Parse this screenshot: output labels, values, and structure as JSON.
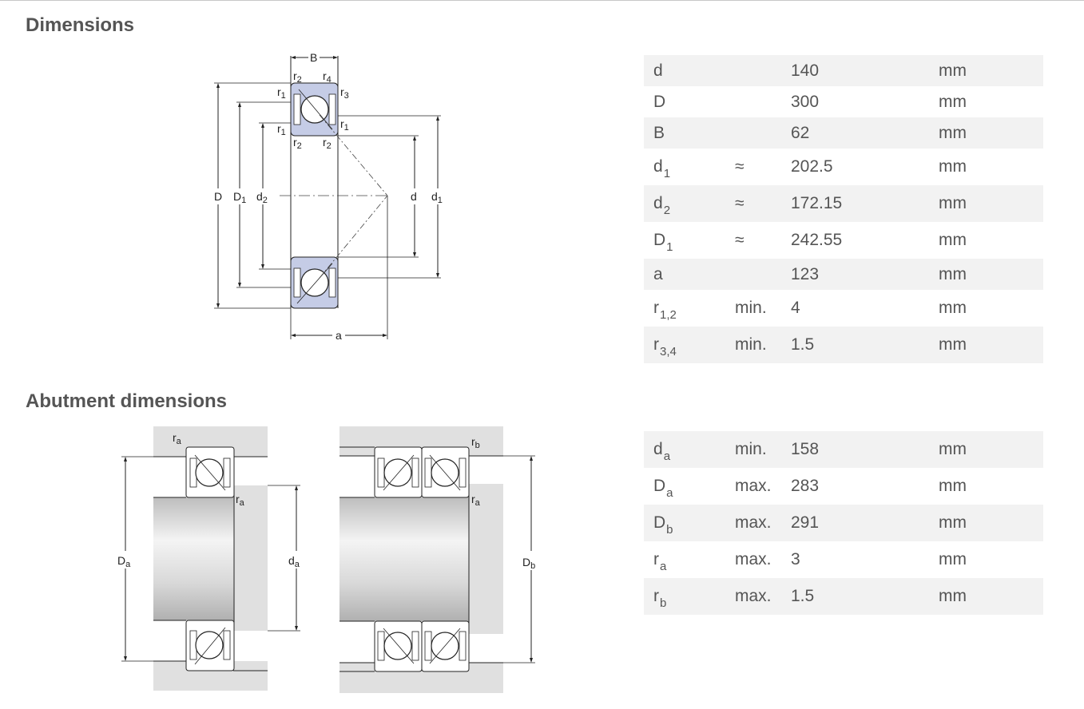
{
  "sections": {
    "dimensions_title": "Dimensions",
    "abutment_title": "Abutment dimensions"
  },
  "dimensions": [
    {
      "symbol": "d",
      "sub": "",
      "qualifier": "",
      "value": "140",
      "unit": "mm"
    },
    {
      "symbol": "D",
      "sub": "",
      "qualifier": "",
      "value": "300",
      "unit": "mm"
    },
    {
      "symbol": "B",
      "sub": "",
      "qualifier": "",
      "value": "62",
      "unit": "mm"
    },
    {
      "symbol": "d",
      "sub": "1",
      "qualifier": "≈",
      "value": "202.5",
      "unit": "mm"
    },
    {
      "symbol": "d",
      "sub": "2",
      "qualifier": "≈",
      "value": "172.15",
      "unit": "mm"
    },
    {
      "symbol": "D",
      "sub": "1",
      "qualifier": "≈",
      "value": "242.55",
      "unit": "mm"
    },
    {
      "symbol": "a",
      "sub": "",
      "qualifier": "",
      "value": "123",
      "unit": "mm"
    },
    {
      "symbol": "r",
      "sub": "1,2",
      "qualifier": "min.",
      "value": "4",
      "unit": "mm"
    },
    {
      "symbol": "r",
      "sub": "3,4",
      "qualifier": "min.",
      "value": "1.5",
      "unit": "mm"
    }
  ],
  "abutment": [
    {
      "symbol": "d",
      "sub": "a",
      "qualifier": "min.",
      "value": "158",
      "unit": "mm"
    },
    {
      "symbol": "D",
      "sub": "a",
      "qualifier": "max.",
      "value": "283",
      "unit": "mm"
    },
    {
      "symbol": "D",
      "sub": "b",
      "qualifier": "max.",
      "value": "291",
      "unit": "mm"
    },
    {
      "symbol": "r",
      "sub": "a",
      "qualifier": "max.",
      "value": "3",
      "unit": "mm"
    },
    {
      "symbol": "r",
      "sub": "b",
      "qualifier": "max.",
      "value": "1.5",
      "unit": "mm"
    }
  ],
  "drawing_labels": {
    "B": "B",
    "D": "D",
    "D1": "D",
    "d2": "d",
    "d": "d",
    "d1": "d",
    "a": "a",
    "r": "r",
    "Da": "D",
    "da": "d",
    "Db": "D",
    "sub_1": "1",
    "sub_2": "2",
    "sub_3": "3",
    "sub_4": "4",
    "sub_a": "a",
    "sub_b": "b"
  },
  "colors": {
    "ring_fill": "#c5cce6",
    "shaft_fill": "#e0e0e0",
    "table_stripe": "#f2f2f2"
  }
}
